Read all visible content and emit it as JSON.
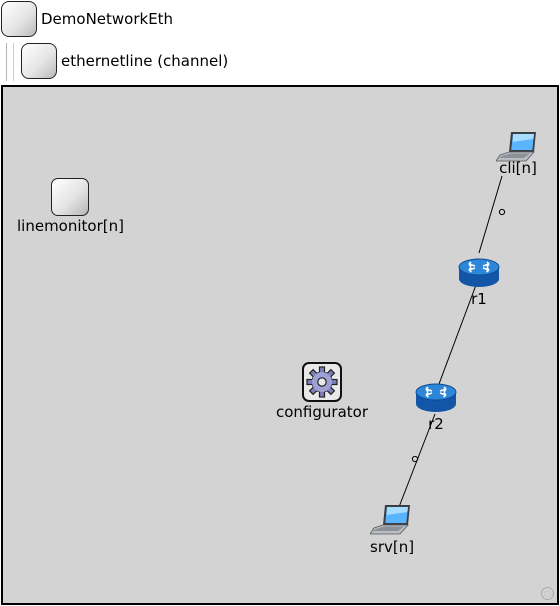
{
  "tree": {
    "root_label": "DemoNetworkEth",
    "channel_label": "ethernetline (channel)"
  },
  "network": {
    "modules": {
      "linemonitor": "linemonitor[n]",
      "client": "cli[n]",
      "router1": "r1",
      "router2": "r2",
      "configurator": "configurator",
      "server": "srv[n]"
    }
  },
  "colors": {
    "canvas_bg": "#d3d3d3",
    "router_blue": "#1f6fc4",
    "laptop_screen": "#5ab4ff"
  },
  "icons": {
    "client": "laptop-icon",
    "server": "laptop-icon",
    "router1": "router-icon",
    "router2": "router-icon",
    "configurator": "gear-icon",
    "linemonitor": "generic-module-icon"
  }
}
